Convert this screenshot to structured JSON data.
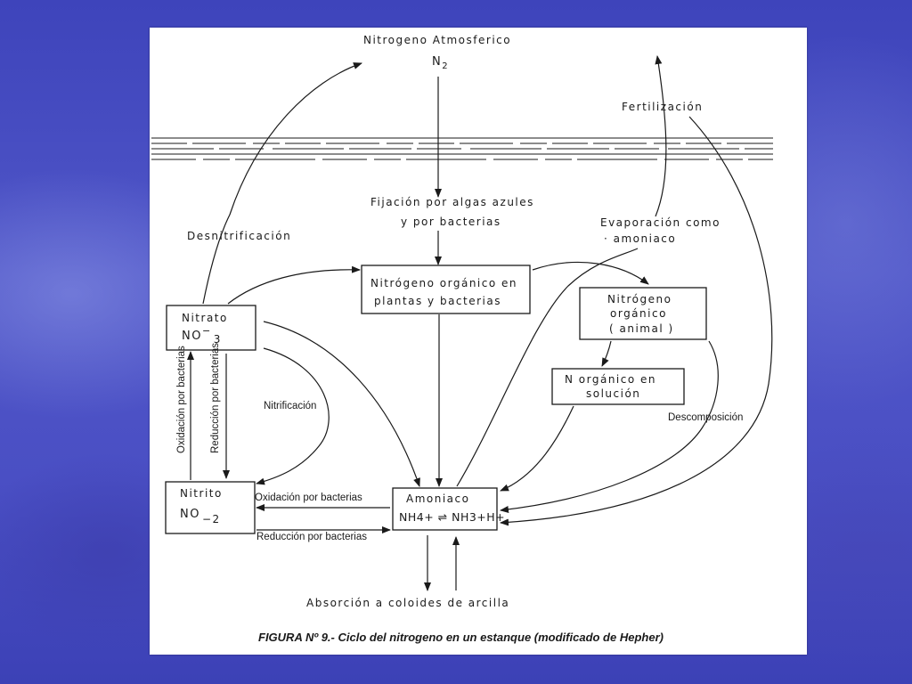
{
  "diagram": {
    "top_label": "Nitrogeno Atmosferico",
    "n2": "N",
    "n2_sub": "2",
    "fertilizacion": "Fertilización",
    "fijacion_line1": "Fijación por algas azules",
    "fijacion_line2": "y por bacterias",
    "evaporacion_line1": "Evaporación como",
    "evaporacion_line2": "· amoniaco",
    "desnitrificacion": "Desnitrificación",
    "org_plants_line1": "Nitrógeno orgánico en",
    "org_plants_line2": "plantas y bacterias",
    "org_animal_line1": "Nitrógeno",
    "org_animal_line2": "orgánico",
    "org_animal_line3": "( animal )",
    "nitrato_label": "Nitrato",
    "nitrato_formula": "NO",
    "nitrato_sup": "−",
    "nitrato_sub": "3",
    "solucion_line1": "N  orgánico en",
    "solucion_line2": "solución",
    "nitrificacion": "Nitrificación",
    "descomposicion": "Descomposición",
    "oxid_vertical": "Oxidación por bacterias",
    "reduc_vertical": "Reducción por bacterias",
    "nitrito_label": "Nitrito",
    "nitrito_formula": "NO",
    "nitrito_sub": "−2",
    "oxid_horizontal": "Oxidación por bacterias",
    "reduc_horizontal": "Reducción por bacterias",
    "amoniaco_label": "Amoniaco",
    "amoniaco_formula": "NH4+ ⇌ NH3+H+",
    "absorcion": "Absorción  a  coloides  de  arcilla",
    "caption": "FIGURA Nº 9.- Ciclo del nitrogeno en un estanque (modificado de Hepher)"
  }
}
